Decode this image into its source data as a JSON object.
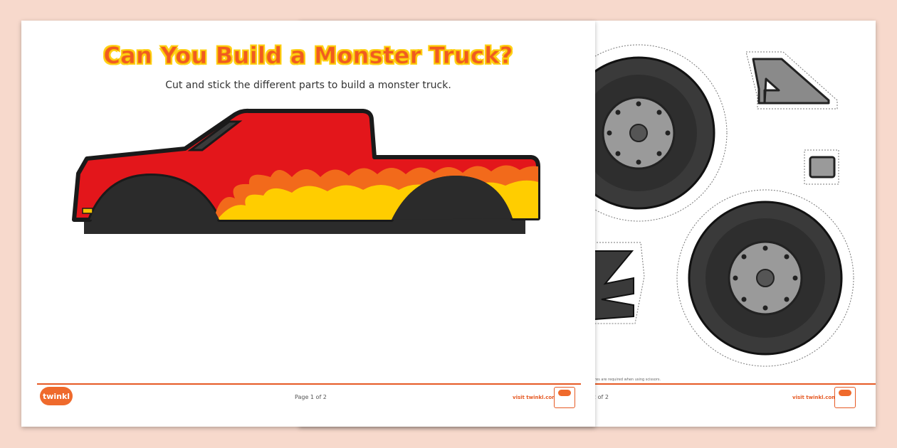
{
  "front_page": {
    "title": "Can You Build a Monster Truck?",
    "subtitle": "Cut and stick the different parts to build a monster truck.",
    "footer": {
      "page_label": "Page 1 of 2",
      "visit_label": "visit twinkl.com",
      "logo_text": "twinkl"
    }
  },
  "back_page": {
    "note": "ures are required when using scissors.",
    "footer": {
      "page_label": "2 of 2",
      "visit_label": "visit twinkl.com"
    }
  },
  "colors": {
    "accent": "#e65a24",
    "truck_red": "#e3161b",
    "flame_yellow": "#ffcd00",
    "flame_orange": "#f26a1b",
    "tyre_dark": "#3a3a3a",
    "hub_grey": "#9a9a9a",
    "background": "#f7d9cc"
  }
}
